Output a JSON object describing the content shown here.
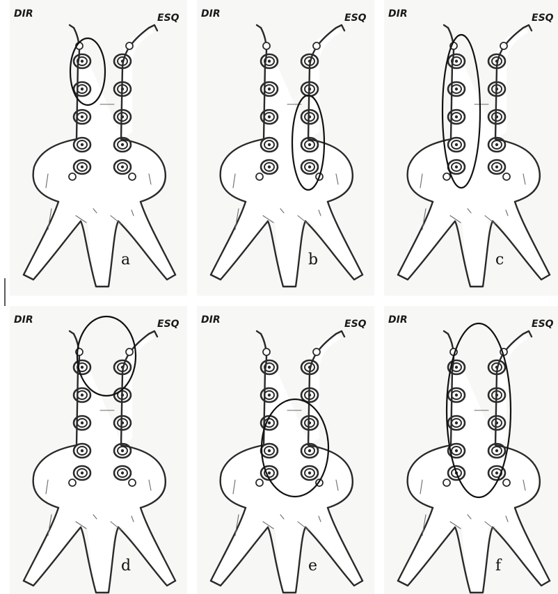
{
  "labels": {
    "right": "DIR",
    "left": "ESQ"
  },
  "panels": [
    {
      "letter": "a",
      "highlight": "a"
    },
    {
      "letter": "b",
      "highlight": "b"
    },
    {
      "letter": "c",
      "highlight": "c"
    },
    {
      "letter": "d",
      "highlight": "d"
    },
    {
      "letter": "e",
      "highlight": "e"
    },
    {
      "letter": "f",
      "highlight": "f"
    }
  ],
  "colors": {
    "line": "#2a2a2a",
    "background": "#f7f7f5"
  }
}
